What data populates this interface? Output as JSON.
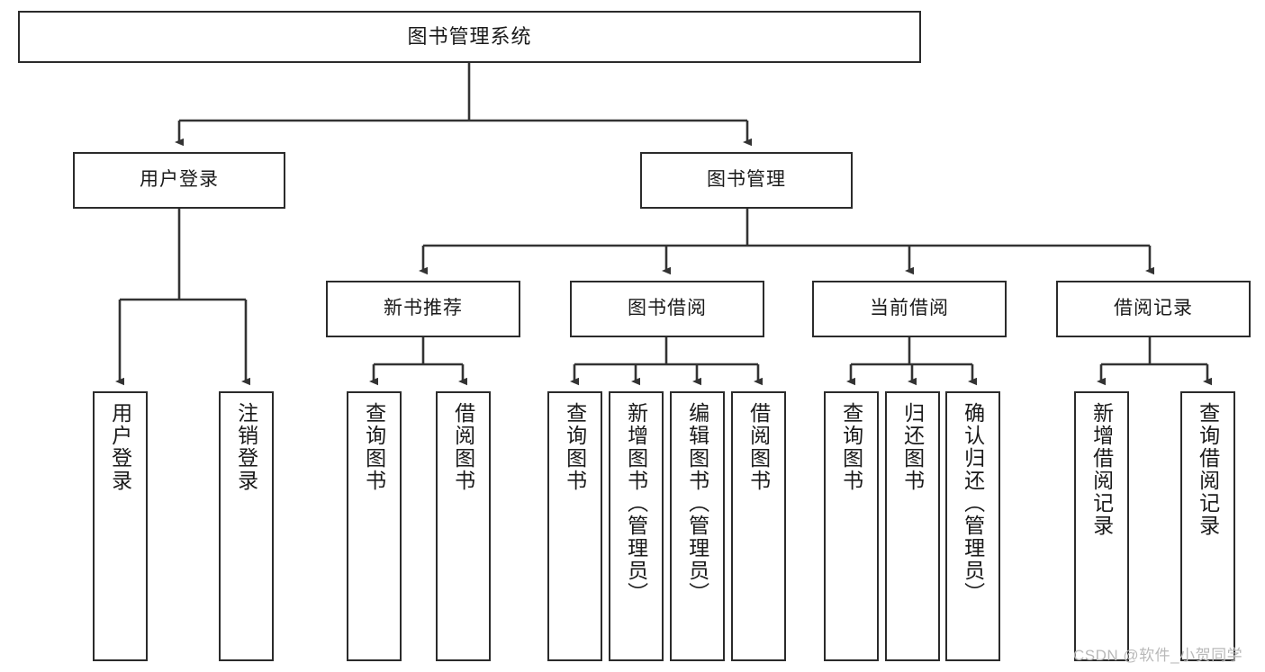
{
  "diagram": {
    "type": "tree",
    "title": "图书管理系统",
    "orientation": "top-down",
    "colors": {
      "box_border": "#2b2b2b",
      "box_fill": "#ffffff",
      "connector": "#333333",
      "text": "#1a1a1a",
      "watermark": "#b9b9b9",
      "background": "#ffffff"
    }
  },
  "root": {
    "label": "图书管理系统"
  },
  "level2": [
    {
      "label": "用户登录"
    },
    {
      "label": "图书管理"
    }
  ],
  "level3": [
    {
      "label": "新书推荐"
    },
    {
      "label": "图书借阅"
    },
    {
      "label": "当前借阅"
    },
    {
      "label": "借阅记录"
    }
  ],
  "leaves": {
    "user_login": [
      {
        "label": "用户登录"
      },
      {
        "label": "注销登录"
      }
    ],
    "new_book": [
      {
        "label": "查询图书"
      },
      {
        "label": "借阅图书"
      }
    ],
    "book_borrow": [
      {
        "label": "查询图书"
      },
      {
        "label": "新增图书（管理员）"
      },
      {
        "label": "编辑图书（管理员）"
      },
      {
        "label": "借阅图书"
      }
    ],
    "current_borrow": [
      {
        "label": "查询图书"
      },
      {
        "label": "归还图书"
      },
      {
        "label": "确认归还（管理员）"
      }
    ],
    "borrow_record": [
      {
        "label": "新增借阅记录"
      },
      {
        "label": "查询借阅记录"
      }
    ]
  },
  "watermark": {
    "text": "CSDN @软件_小贺同学"
  }
}
